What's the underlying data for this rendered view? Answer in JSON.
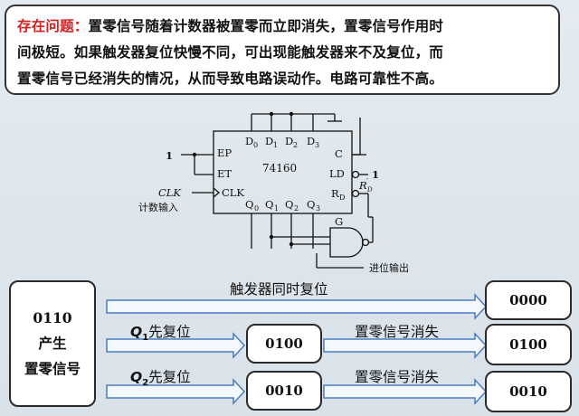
{
  "problem": {
    "label": "存在问题：",
    "line1": "置零信号随着计数器被置零而立即消失，置零信号作用时",
    "line2": "间极短。如果触发器复位快慢不同，可出现能触发器来不及复位，而",
    "line3": "置零信号已经消失的情况，从而导致电路误动作。电路可靠性不高。"
  },
  "circuit": {
    "chip_name": "74160",
    "pins": {
      "ep": "EP",
      "et": "ET",
      "clk": "CLK",
      "c": "C",
      "ld": "LD",
      "rd_main": "R",
      "rd_sub": "D",
      "d0": "D",
      "d1": "D",
      "d2": "D",
      "d3": "D",
      "q0": "Q",
      "q1": "Q",
      "q2": "Q",
      "q3": "Q",
      "sub0": "0",
      "sub1": "1",
      "sub2": "2",
      "sub3": "3"
    },
    "rd_prime_label": "R",
    "rd_prime_sup": "′",
    "rd_prime_sub": "D",
    "ep_input": "1",
    "ld_input": "1",
    "clk_input": "CLK",
    "clk_caption": "计数输入",
    "gate_label": "G",
    "carry_caption": "进位输出"
  },
  "flow": {
    "source_lines": [
      "0110",
      "产生",
      "置零信号"
    ],
    "top_label": "触发器同时复位",
    "top_result": "0000",
    "q1_label_main": "Q",
    "q1_label_sub": "1",
    "q1_label_tail": "先复位",
    "q1_mid": "0100",
    "q1_label2": "置零信号消失",
    "q1_result": "0100",
    "q2_label_main": "Q",
    "q2_label_sub": "2",
    "q2_label_tail": "先复位",
    "q2_mid": "0010",
    "q2_label2": "置零信号消失",
    "q2_result": "0010"
  },
  "colors": {
    "highlight_red": "#d32020",
    "arrow_fill": "#f4f9ff",
    "arrow_stroke": "#4a7cc0"
  }
}
